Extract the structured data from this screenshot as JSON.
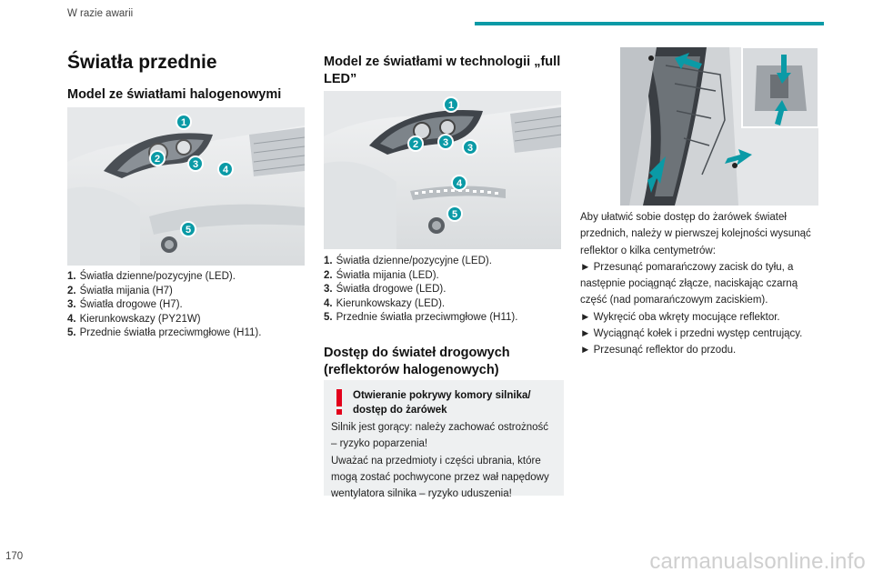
{
  "header": {
    "section": "W razie awarii"
  },
  "page": {
    "title": "Światła przednie",
    "number": "170",
    "watermark": "carmanualsonline.info"
  },
  "halogen": {
    "heading": "Model ze światłami halogenowymi",
    "items": [
      {
        "num": "1.",
        "text": "Światła dzienne/pozycyjne (LED)."
      },
      {
        "num": "2.",
        "text": "Światła mijania (H7)"
      },
      {
        "num": "3.",
        "text": "Światła drogowe (H7)."
      },
      {
        "num": "4.",
        "text": "Kierunkowskazy (PY21W)"
      },
      {
        "num": "5.",
        "text": "Przednie światła przeciwmgłowe (H11)."
      }
    ],
    "badges": [
      "1",
      "2",
      "3",
      "4",
      "5"
    ]
  },
  "led": {
    "heading": "Model ze światłami w technologii „full LED”",
    "items": [
      {
        "num": "1.",
        "text": "Światła dzienne/pozycyjne (LED)."
      },
      {
        "num": "2.",
        "text": "Światła mijania (LED)."
      },
      {
        "num": "3.",
        "text": "Światła drogowe (LED)."
      },
      {
        "num": "4.",
        "text": "Kierunkowskazy (LED)."
      },
      {
        "num": "5.",
        "text": "Przednie światła przeciwmgłowe (H11)."
      }
    ],
    "badges": [
      "1",
      "2",
      "3",
      "3",
      "4",
      "5"
    ]
  },
  "access": {
    "heading": "Dostęp do świateł drogowych (reflektorów halogenowych)"
  },
  "warning": {
    "icon": "exclamation-icon",
    "accent": "#e3001b",
    "title": "Otwieranie pokrywy komory silnika/ dostęp do żarówek",
    "body": [
      "Silnik jest gorący: należy zachować ostrożność – ryzyko poparzenia!",
      "Uważać na przedmioty i części ubrania, które mogą zostać pochwycone przez wał napędowy wentylatora silnika – ryzyko uduszenia!"
    ]
  },
  "instructions": {
    "intro": "Aby ułatwić sobie dostęp do żarówek świateł przednich, należy w pierwszej kolejności wysunąć reflektor o kilka centymetrów:",
    "steps": [
      "► Przesunąć pomarańczowy zacisk do tyłu, a następnie pociągnąć złącze, naciskając czarną część (nad pomarańczowym zaciskiem).",
      "► Wykręcić oba wkręty mocujące reflektor.",
      "► Wyciągnąć kołek i przedni występ centrujący.",
      "► Przesunąć reflektor do przodu."
    ]
  },
  "colors": {
    "accent": "#0a9aa6",
    "warning": "#e3001b",
    "panel": "#eef0f1"
  }
}
